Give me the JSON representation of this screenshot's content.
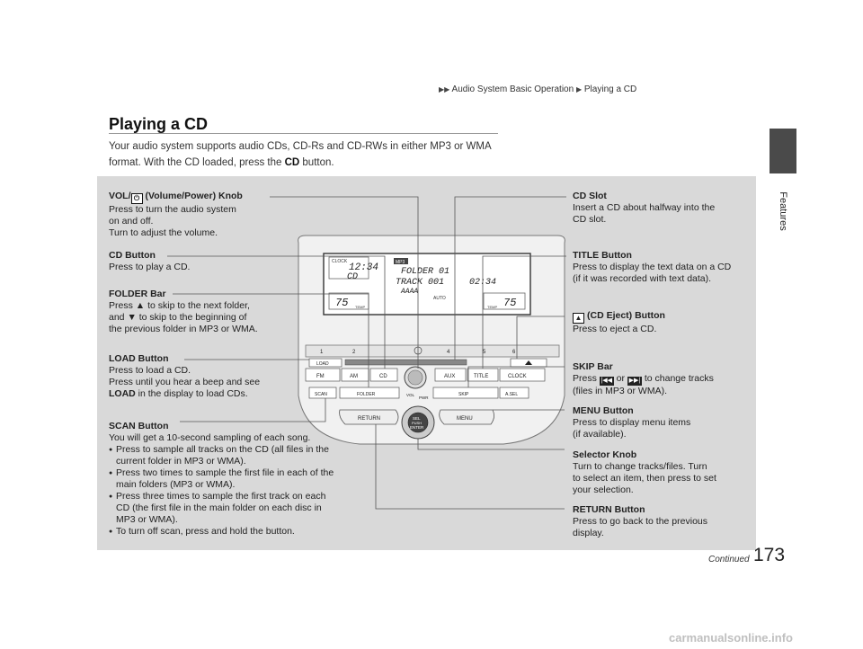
{
  "header": {
    "breadcrumb": [
      "Audio System Basic Operation",
      "Playing a CD"
    ],
    "page_number": "173",
    "side_tab_label": "Features"
  },
  "section": {
    "title": "Playing a CD",
    "intro_1": "Your audio system supports audio CDs, CD-Rs and CD-RWs in either MP3 or WMA format. With the CD loaded, press the ",
    "intro_bold": "CD",
    "intro_2": " button."
  },
  "callouts_left": {
    "vol": {
      "title": "(Volume/Power) Knob",
      "title_prefix": "VOL/",
      "lines": [
        "Press to turn the audio system",
        "on and off.",
        "Turn to adjust the volume."
      ]
    },
    "cd": {
      "title": "CD Button",
      "lines": [
        "Press to play a CD."
      ]
    },
    "folder": {
      "title": "FOLDER Bar",
      "line1a": "Press ",
      "line1b": " to skip to the next folder,",
      "line2a": "and ",
      "line2b": " to skip to the beginning of",
      "line3": "the previous folder in MP3 or WMA."
    },
    "load": {
      "title": "LOAD Button",
      "lines": [
        "Press to load a CD.",
        "Press until you hear a beep and see"
      ],
      "bold": "LOAD",
      "tail": " in the display to load CDs."
    },
    "scan": {
      "title": "SCAN Button",
      "line1": "You will get a 10-second sampling of each song.",
      "bullets": [
        "Press to sample all tracks on the CD (all files in the current folder in MP3 or WMA).",
        "Press two times to sample the first file in each of the main folders (MP3 or WMA).",
        "Press three times to sample the first track on each CD (the first file in the main folder on each disc in MP3 or WMA).",
        "To turn off scan, press and hold the button."
      ]
    }
  },
  "callouts_right": {
    "slot": {
      "title": "CD Slot",
      "lines": [
        "Insert a CD about halfway into the",
        "CD slot."
      ]
    },
    "title_btn": {
      "title": "TITLE Button",
      "lines": [
        "Press to display the text data on a CD",
        "(if it was recorded with text data)."
      ]
    },
    "eject": {
      "title": "(CD Eject) Button",
      "lines": [
        "Press to eject a CD."
      ]
    },
    "skip": {
      "title": "SKIP Bar",
      "line1a": "Press ",
      "line1b": " or ",
      "line1c": " to change tracks",
      "line2": "(files in MP3 or WMA)."
    },
    "menu": {
      "title": "MENU Button",
      "lines": [
        "Press to display menu items",
        "(if available)."
      ]
    },
    "selector": {
      "title": "Selector Knob",
      "lines": [
        "Turn to change tracks/files. Turn",
        "to select an item, then press to set",
        "your selection."
      ]
    },
    "return": {
      "title": "RETURN Button",
      "lines": [
        "Press to go back to the previous",
        "display."
      ]
    }
  },
  "radio_labels": {
    "clock_display": "12:34",
    "cd_label": "CD",
    "folder_text": "FOLDER 01",
    "track_text": "TRACK 001",
    "time_text": "02:34",
    "aaaa": "AAAA",
    "mp3": "MP3",
    "auto": "AUTO",
    "temp_left": "75",
    "temp_right": "75",
    "temp": "TEMP",
    "clock_small": "CLOCK",
    "presets": [
      "1",
      "2",
      "4",
      "5",
      "6"
    ],
    "buttons": [
      "LOAD",
      "FM",
      "AM",
      "CD",
      "AUX",
      "TITLE",
      "CLOCK",
      "SCAN",
      "FOLDER",
      "VOL",
      "SKIP",
      "A.SEL",
      "RETURN",
      "MENU",
      "SEL",
      "PUSH",
      "ENTER",
      "PWR"
    ]
  },
  "footer": {
    "continued": "Continued",
    "page_number": "173",
    "watermark": "carmanualsonline.info"
  }
}
